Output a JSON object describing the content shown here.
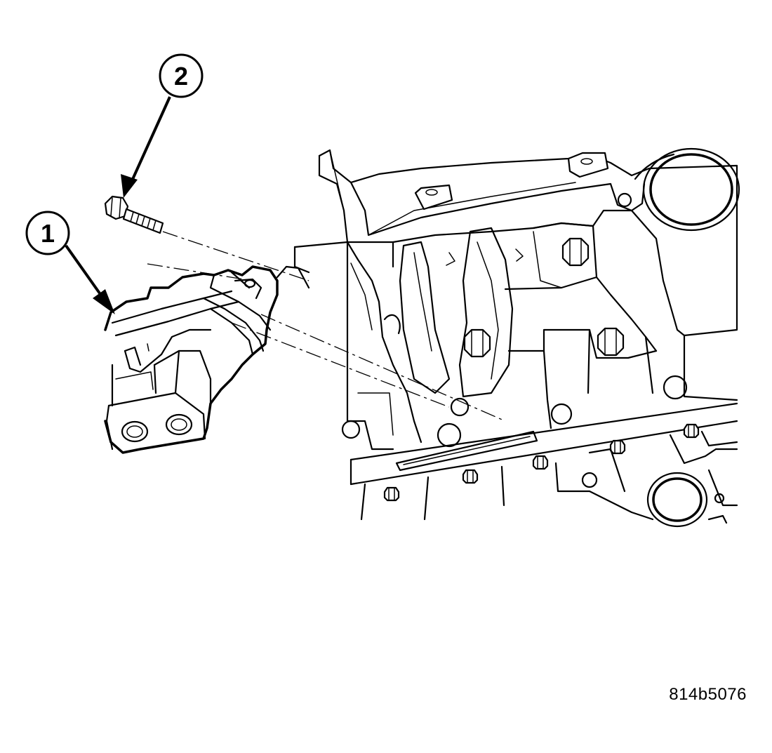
{
  "callouts": [
    {
      "number": "1"
    },
    {
      "number": "2"
    }
  ],
  "figure_id": "814b5076",
  "colors": {
    "line": "#000000",
    "background": "#ffffff"
  }
}
